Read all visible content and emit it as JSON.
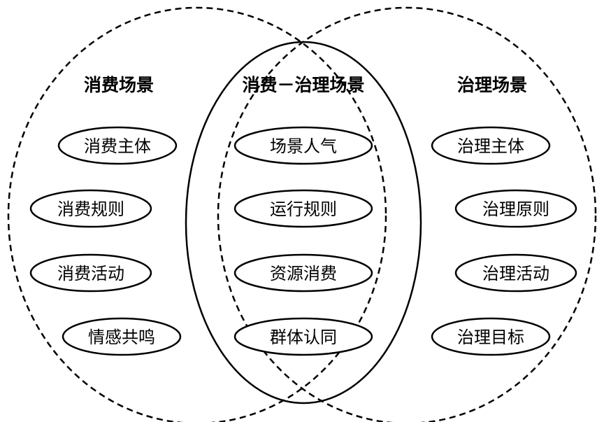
{
  "sections": {
    "left": {
      "title": "消费场景",
      "items": [
        "消费主体",
        "消费规则",
        "消费活动",
        "情感共鸣"
      ]
    },
    "center": {
      "title": "消费－治理场景",
      "items": [
        "场景人气",
        "运行规则",
        "资源消费",
        "群体认同"
      ]
    },
    "right": {
      "title": "治理场景",
      "items": [
        "治理主体",
        "治理原则",
        "治理活动",
        "治理目标"
      ]
    }
  },
  "colors": {
    "line": "#000000",
    "background": "#ffffff"
  }
}
